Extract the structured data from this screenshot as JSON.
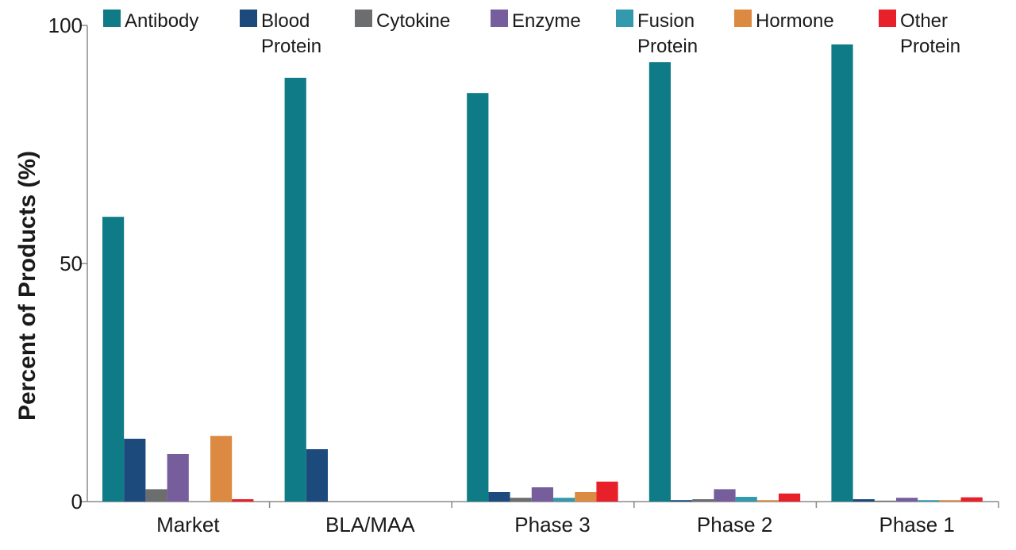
{
  "chart_data": {
    "type": "bar",
    "title": "",
    "xlabel": "",
    "ylabel": "Percent of Products (%)",
    "ylim": [
      0,
      100
    ],
    "yticks": [
      "0",
      "50",
      "100"
    ],
    "grid": false,
    "legend_position": "top",
    "categories": [
      "Market",
      "BLA/MAA",
      "Phase 3",
      "Phase 2",
      "Phase 1"
    ],
    "series": [
      {
        "name": "Antibody",
        "lines": [
          "Antibody"
        ],
        "color": "#0e7b86",
        "values": [
          59.8,
          89.0,
          85.8,
          92.3,
          96.0
        ]
      },
      {
        "name": "Blood Protein",
        "lines": [
          "Blood",
          "Protein"
        ],
        "color": "#1c4a7c",
        "values": [
          13.2,
          11.0,
          2.0,
          0.3,
          0.5
        ]
      },
      {
        "name": "Cytokine",
        "lines": [
          "Cytokine"
        ],
        "color": "#6b6d6e",
        "values": [
          2.6,
          0,
          0.8,
          0.5,
          0.2
        ]
      },
      {
        "name": "Enzyme",
        "lines": [
          "Enzyme"
        ],
        "color": "#765d9b",
        "values": [
          10.0,
          0,
          3.0,
          2.6,
          0.8
        ]
      },
      {
        "name": "Fusion Protein",
        "lines": [
          "Fusion",
          "Protein"
        ],
        "color": "#3399ad",
        "values": [
          0,
          0,
          0.8,
          1.0,
          0.3
        ]
      },
      {
        "name": "Hormone",
        "lines": [
          "Hormone"
        ],
        "color": "#dc8a42",
        "values": [
          13.8,
          0,
          2.0,
          0.3,
          0.3
        ]
      },
      {
        "name": "Other Protein",
        "lines": [
          "Other",
          "Protein"
        ],
        "color": "#e8202a",
        "values": [
          0.5,
          0,
          4.2,
          1.7,
          0.9
        ]
      }
    ]
  }
}
